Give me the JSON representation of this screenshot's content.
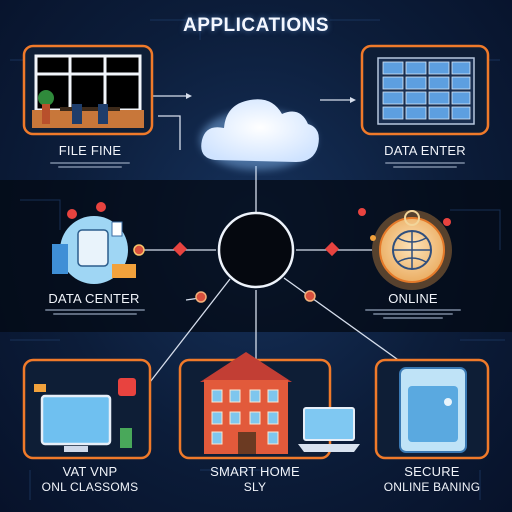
{
  "title": "APPLICATIONS",
  "nodes": {
    "top_left": {
      "label": "FILE FINE"
    },
    "top_right": {
      "label": "DATA ENTER"
    },
    "mid_left": {
      "label": "DATA CENTER"
    },
    "mid_right": {
      "label": "ONLINE"
    },
    "bottom_left": {
      "line1": "VAT VNP",
      "line2": "ONL CLASSOMS"
    },
    "bottom_center": {
      "line1": "SMART HOME",
      "line2": "SLY"
    },
    "bottom_right": {
      "line1": "SECURE",
      "line2": "ONLINE BANING"
    }
  },
  "icons": [
    "cloud-icon",
    "office-window-icon",
    "server-rack-icon",
    "globe-icon",
    "device-hub-icon",
    "monitor-icon",
    "house-icon",
    "laptop-icon",
    "safe-icon"
  ],
  "colors": {
    "accent_orange": "#f07a2a",
    "line": "#cfd9ea",
    "diamond": "#e8433f",
    "background": "#0c1d3a"
  }
}
